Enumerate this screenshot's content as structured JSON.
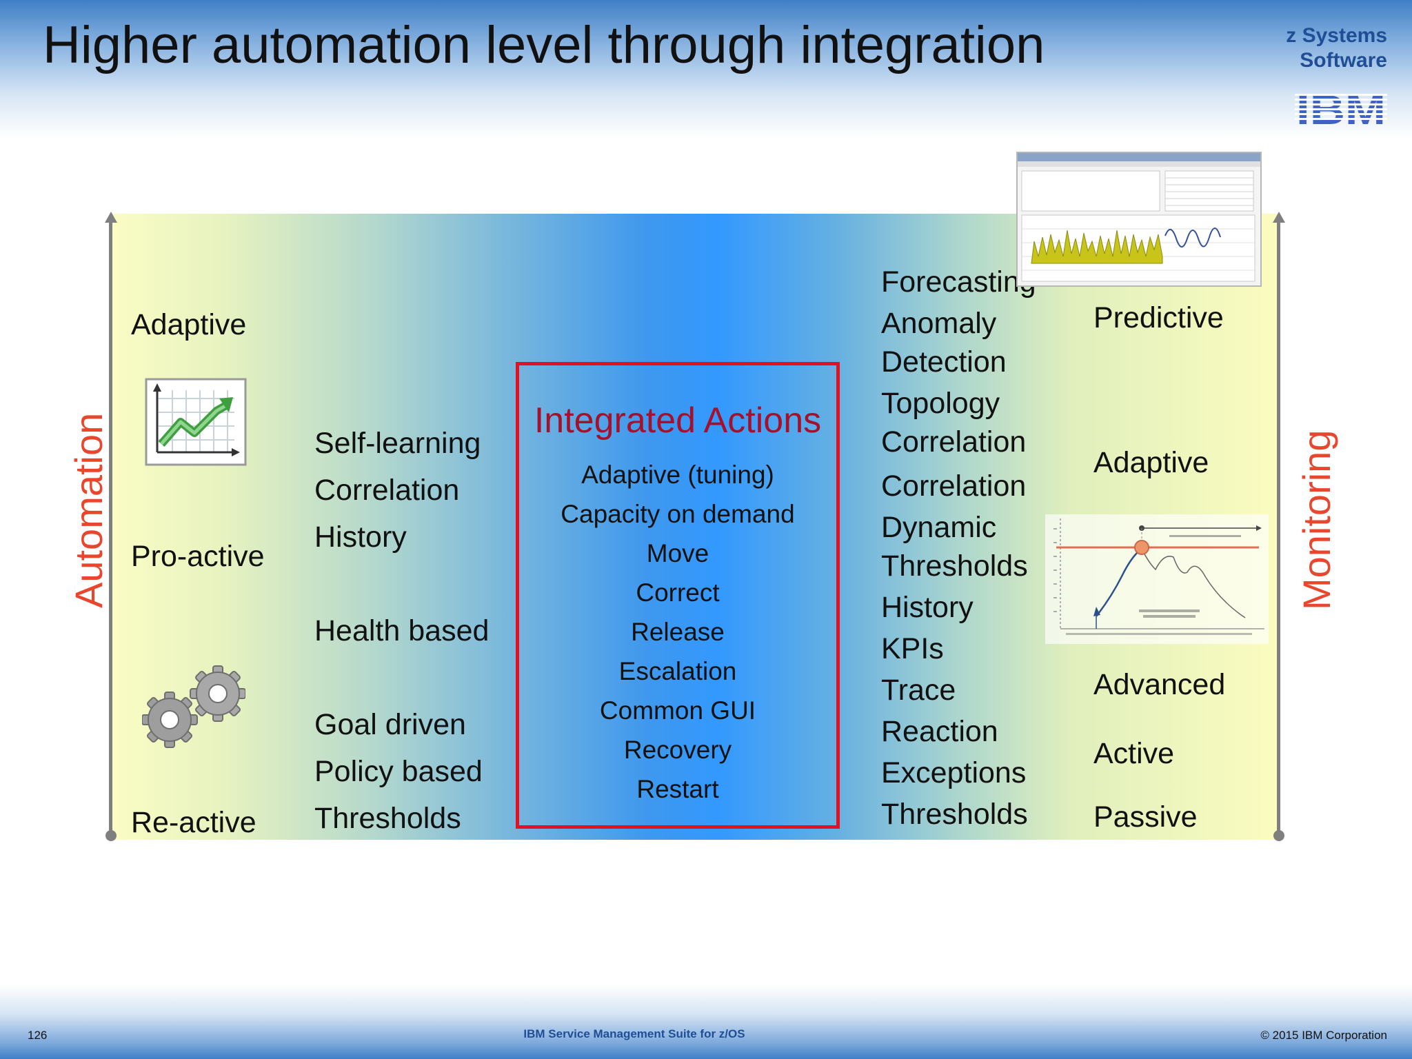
{
  "slide": {
    "title": "Higher automation level through integration",
    "brand_line1": "z Systems",
    "brand_line2": "Software",
    "logo": "IBM"
  },
  "automation": {
    "axis_label": "Automation",
    "levels": [
      "Adaptive",
      "Pro-active",
      "Re-active"
    ],
    "features": [
      "Self-learning",
      "Correlation",
      "History",
      "Health based",
      "Goal driven",
      "Policy based",
      "Thresholds"
    ]
  },
  "integrated_actions": {
    "title": "Integrated Actions",
    "items": [
      "Adaptive (tuning)",
      "Capacity on demand",
      "Move",
      "Correct",
      "Release",
      "Escalation",
      "Common GUI",
      "Recovery",
      "Restart"
    ]
  },
  "monitoring": {
    "axis_label": "Monitoring",
    "features": [
      "Forecasting",
      "Anomaly",
      "Detection",
      "Topology",
      "Correlation",
      "Correlation",
      "Dynamic",
      "Thresholds",
      "History",
      "KPIs",
      "Trace",
      "Reaction",
      "Exceptions",
      "Thresholds"
    ],
    "levels": [
      "Predictive",
      "Adaptive",
      "Advanced",
      "Active",
      "Passive"
    ]
  },
  "icons": {
    "trend_chart": "trend-chart-icon",
    "gears": "gears-icon"
  },
  "footer": {
    "page_number": "126",
    "center_text": "IBM Service Management Suite for z/OS",
    "copyright": "© 2015 IBM Corporation"
  },
  "colors": {
    "axis_label": "#e8472d",
    "actions_title": "#a3112c",
    "actions_border": "#e3101d",
    "brand": "#1f4e96"
  }
}
